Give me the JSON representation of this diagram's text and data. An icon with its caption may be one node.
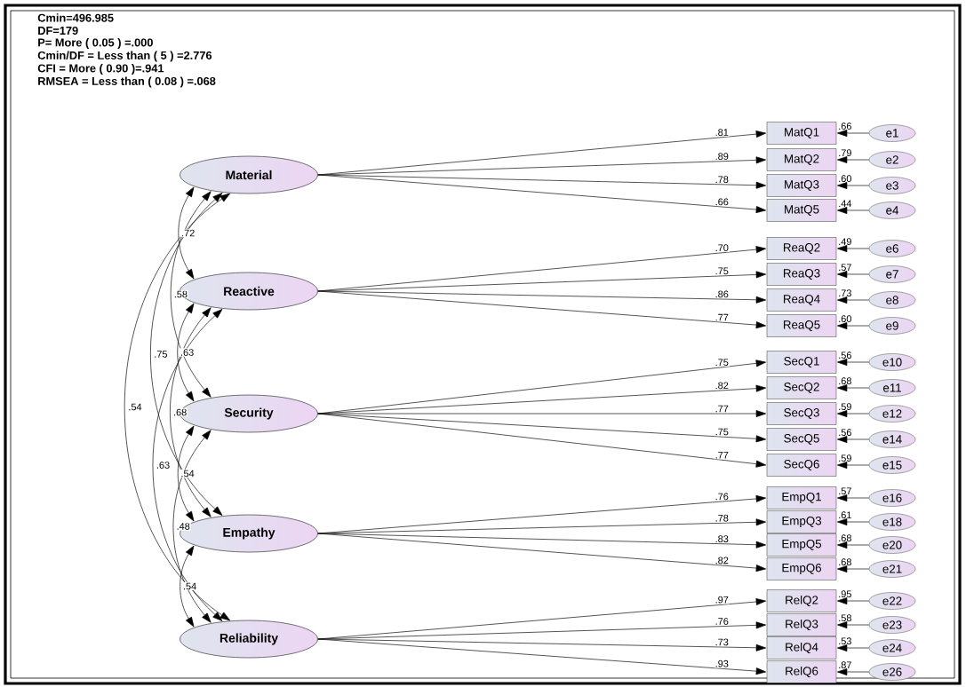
{
  "diagram": {
    "nodes": [
      {
        "text": [
          "Material"
        ]
      },
      {
        "text": [
          "Reactive"
        ]
      },
      {
        "text": [
          "Security"
        ]
      },
      {
        "text": [
          "Empathy"
        ]
      },
      {
        "text": [
          "Reliability"
        ]
      },
      {
        "text": [
          "MatQ1"
        ],
        "beside": [
          ".66"
        ]
      },
      {
        "text": [
          "MatQ2"
        ],
        "beside": [
          ".79"
        ]
      },
      {
        "text": [
          "MatQ3"
        ],
        "beside": [
          ".60"
        ]
      },
      {
        "text": [
          "MatQ5"
        ],
        "beside": [
          ".44"
        ]
      },
      {
        "text": [
          "ReaQ2"
        ],
        "beside": [
          ".49"
        ]
      },
      {
        "text": [
          "ReaQ3"
        ],
        "beside": [
          ".57"
        ]
      },
      {
        "text": [
          "ReaQ4"
        ],
        "beside": [
          ".73"
        ]
      },
      {
        "text": [
          "ReaQ5"
        ],
        "beside": [
          ".60"
        ]
      },
      {
        "text": [
          "SecQ1"
        ],
        "beside": [
          ".56"
        ]
      },
      {
        "text": [
          "SecQ2"
        ],
        "beside": [
          ".68"
        ]
      },
      {
        "text": [
          "SecQ3"
        ],
        "beside": [
          ".59"
        ]
      },
      {
        "text": [
          "SecQ5"
        ],
        "beside": [
          ".56"
        ]
      },
      {
        "text": [
          "SecQ6"
        ],
        "beside": [
          ".59"
        ]
      },
      {
        "text": [
          "EmpQ1"
        ],
        "beside": [
          ".57"
        ]
      },
      {
        "text": [
          "EmpQ3"
        ],
        "beside": [
          ".61"
        ]
      },
      {
        "text": [
          "EmpQ5"
        ],
        "beside": [
          ".68"
        ]
      },
      {
        "text": [
          "EmpQ6"
        ],
        "beside": [
          ".68"
        ]
      },
      {
        "text": [
          "RelQ2"
        ],
        "beside": [
          ".95"
        ]
      },
      {
        "text": [
          "RelQ3"
        ],
        "beside": [
          ".58"
        ]
      },
      {
        "text": [
          "RelQ4"
        ],
        "beside": [
          ".53"
        ]
      },
      {
        "text": [
          "RelQ6"
        ],
        "beside": [
          ".87"
        ]
      },
      {
        "text": [
          "e1"
        ]
      },
      {
        "text": [
          "e2"
        ]
      },
      {
        "text": [
          "e3"
        ]
      },
      {
        "text": [
          "e4"
        ]
      },
      {
        "text": [
          "e6"
        ]
      },
      {
        "text": [
          "e7"
        ]
      },
      {
        "text": [
          "e8"
        ]
      },
      {
        "text": [
          "e9"
        ]
      },
      {
        "text": [
          "e10"
        ]
      },
      {
        "text": [
          "e11"
        ]
      },
      {
        "text": [
          "e12"
        ]
      },
      {
        "text": [
          "e14"
        ]
      },
      {
        "text": [
          "e15"
        ]
      },
      {
        "text": [
          "e16"
        ]
      },
      {
        "text": [
          "e18"
        ]
      },
      {
        "text": [
          "e20"
        ]
      },
      {
        "text": [
          "e21"
        ]
      },
      {
        "text": [
          "e22"
        ]
      },
      {
        "text": [
          "e23"
        ]
      },
      {
        "text": [
          "e24"
        ]
      },
      {
        "text": [
          "e26"
        ]
      }
    ],
    "edges": [
      {
        "from": 0,
        "to": 5,
        "arrow": "to",
        "label": ".81"
      },
      {
        "from": 0,
        "to": 6,
        "arrow": "to",
        "label": ".89"
      },
      {
        "from": 0,
        "to": 7,
        "arrow": "to",
        "label": ".78"
      },
      {
        "from": 0,
        "to": 8,
        "arrow": "to",
        "label": ".66"
      },
      {
        "from": 1,
        "to": 9,
        "arrow": "to",
        "label": ".70"
      },
      {
        "from": 1,
        "to": 10,
        "arrow": "to",
        "label": ".75"
      },
      {
        "from": 1,
        "to": 11,
        "arrow": "to",
        "label": ".86"
      },
      {
        "from": 1,
        "to": 12,
        "arrow": "to",
        "label": ".77"
      },
      {
        "from": 2,
        "to": 13,
        "arrow": "to",
        "label": ".75"
      },
      {
        "from": 2,
        "to": 14,
        "arrow": "to",
        "label": ".82"
      },
      {
        "from": 2,
        "to": 15,
        "arrow": "to",
        "label": ".77"
      },
      {
        "from": 2,
        "to": 16,
        "arrow": "to",
        "label": ".75"
      },
      {
        "from": 2,
        "to": 17,
        "arrow": "to",
        "label": ".77"
      },
      {
        "from": 3,
        "to": 18,
        "arrow": "to",
        "label": ".76"
      },
      {
        "from": 3,
        "to": 19,
        "arrow": "to",
        "label": ".78"
      },
      {
        "from": 3,
        "to": 20,
        "arrow": "to",
        "label": ".83"
      },
      {
        "from": 3,
        "to": 21,
        "arrow": "to",
        "label": ".82"
      },
      {
        "from": 4,
        "to": 22,
        "arrow": "to",
        "label": ".97"
      },
      {
        "from": 4,
        "to": 23,
        "arrow": "to",
        "label": ".76"
      },
      {
        "from": 4,
        "to": 24,
        "arrow": "to",
        "label": ".73"
      },
      {
        "from": 4,
        "to": 25,
        "arrow": "to",
        "label": ".93"
      },
      {
        "from": 26,
        "to": 5,
        "arrow": "to"
      },
      {
        "from": 27,
        "to": 6,
        "arrow": "to"
      },
      {
        "from": 28,
        "to": 7,
        "arrow": "to"
      },
      {
        "from": 29,
        "to": 8,
        "arrow": "to"
      },
      {
        "from": 30,
        "to": 9,
        "arrow": "to"
      },
      {
        "from": 31,
        "to": 10,
        "arrow": "to"
      },
      {
        "from": 32,
        "to": 11,
        "arrow": "to"
      },
      {
        "from": 33,
        "to": 12,
        "arrow": "to"
      },
      {
        "from": 34,
        "to": 13,
        "arrow": "to"
      },
      {
        "from": 35,
        "to": 14,
        "arrow": "to"
      },
      {
        "from": 36,
        "to": 15,
        "arrow": "to"
      },
      {
        "from": 37,
        "to": 16,
        "arrow": "to"
      },
      {
        "from": 38,
        "to": 17,
        "arrow": "to"
      },
      {
        "from": 39,
        "to": 18,
        "arrow": "to"
      },
      {
        "from": 40,
        "to": 19,
        "arrow": "to"
      },
      {
        "from": 41,
        "to": 20,
        "arrow": "to"
      },
      {
        "from": 42,
        "to": 21,
        "arrow": "to"
      },
      {
        "from": 43,
        "to": 22,
        "arrow": "to"
      },
      {
        "from": 44,
        "to": 23,
        "arrow": "to"
      },
      {
        "from": 45,
        "to": 24,
        "arrow": "to"
      },
      {
        "from": 46,
        "to": 25,
        "arrow": "to"
      },
      {
        "from": 0,
        "to": 1,
        "arrow": "both",
        "label": ".72"
      },
      {
        "from": 0,
        "to": 2,
        "arrow": "both",
        "label": ".58"
      },
      {
        "from": 1,
        "to": 2,
        "arrow": "both",
        "label": ".63"
      },
      {
        "from": 0,
        "to": 3,
        "arrow": "both",
        "label": ".75"
      },
      {
        "from": 1,
        "to": 3,
        "arrow": "both",
        "label": ".68"
      },
      {
        "from": 2,
        "to": 3,
        "arrow": "both",
        "label": ".54"
      },
      {
        "from": 0,
        "to": 4,
        "arrow": "both",
        "label": ".54"
      },
      {
        "from": 1,
        "to": 4,
        "arrow": "both",
        "label": ".63"
      },
      {
        "from": 2,
        "to": 4,
        "arrow": "both",
        "label": ".48"
      },
      {
        "from": 3,
        "to": 4,
        "arrow": "both",
        "label": ".54"
      }
    ],
    "labels": [
      "Cmin=496.985",
      "DF=179",
      "P= More ( 0.05 ) =.000",
      "Cmin/DF = Less than ( 5 ) =2.776",
      "CFI = More ( 0.90 )=.941",
      "RMSEA = Less than ( 0.08 ) =.068"
    ]
  }
}
